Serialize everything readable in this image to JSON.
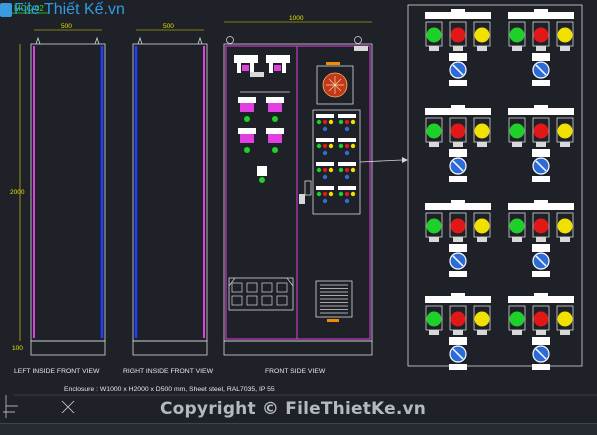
{
  "drawing": {
    "tag": "MCC-02",
    "dim_side_width": "500",
    "dim_side_width_right": "500",
    "dim_front_width": "1000",
    "dim_height": "2000",
    "dim_base": "100",
    "caption_left": "LEFT INSIDE FRONT VIEW",
    "caption_right": "RIGHT INSIDE FRONT VIEW",
    "caption_front": "FRONT SIDE VIEW",
    "enclosure_note": "Enclosure : W1000 x H2000 x D500 mm, Sheet steel, RAL7035, IP 55"
  },
  "watermark": {
    "top_logo": "File Thiết Kế.vn",
    "bottom": "Copyright © FileThietKe.vn"
  },
  "colors": {
    "background": "#1e2128",
    "outline": "#d8d8d8",
    "magenta": "#e040e0",
    "blue": "#2040ff",
    "green_lamp": "#1fcf2a",
    "red_lamp": "#e01818",
    "yellow_lamp": "#f2e000",
    "dimension": "#e8e000",
    "tag": "#22e022"
  }
}
